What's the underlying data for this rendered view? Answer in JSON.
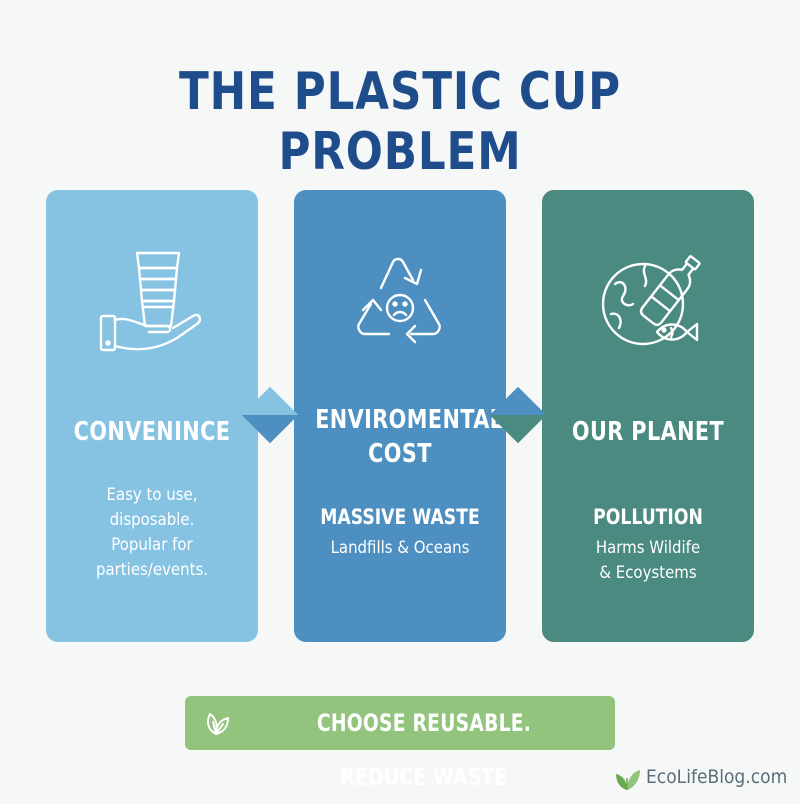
{
  "title": "THE PLASTIC CUP PROBLEM",
  "colors": {
    "title": "#1f4d8c",
    "card_1": "#86c3e3",
    "card_2": "#4d8fc0",
    "card_3": "#4a8a80",
    "cta": "#93c47d",
    "background": "#f6f7f7"
  },
  "cards": [
    {
      "icon": "hand-holding-cups-icon",
      "heading_lines": [
        "CONVENINCE"
      ],
      "subheading": "",
      "body_lines": [
        "Easy to use,",
        "disposable.",
        "Popular for",
        "parties/events."
      ]
    },
    {
      "icon": "sad-recycle-icon",
      "heading_lines": [
        "ENVIROMENTAL",
        "COST"
      ],
      "subheading": "MASSIVE WASTE",
      "body_lines": [
        "Landfills & Oceans"
      ]
    },
    {
      "icon": "globe-bottle-fish-icon",
      "heading_lines": [
        "OUR PLANET"
      ],
      "subheading": "POLLUTION",
      "body_lines": [
        "Harms Wildife",
        "& Ecoystems"
      ]
    }
  ],
  "cta": {
    "icon": "leaf-icon",
    "label": "CHOOSE REUSABLE. REDUCE WASTE"
  },
  "brand": {
    "icon": "sprout-icon",
    "text": "EcoLifeBlog.com"
  }
}
